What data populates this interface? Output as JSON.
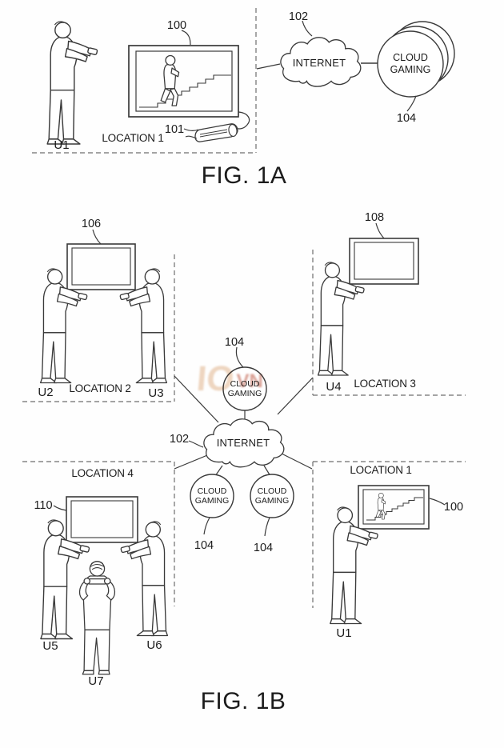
{
  "fig_a": {
    "caption": "FIG. 1A",
    "location_label": "LOCATION 1",
    "user_label": "U1",
    "tv_ref": "100",
    "console_ref": "101",
    "internet_ref": "102",
    "internet_label": "INTERNET",
    "cloud_ref": "104",
    "cloud_word1": "CLOUD",
    "cloud_word2": "GAMING"
  },
  "fig_b": {
    "caption": "FIG. 1B",
    "internet_ref": "102",
    "internet_label": "INTERNET",
    "cloud_word1": "CLOUD",
    "cloud_word2": "GAMING",
    "cloud_top_ref": "104",
    "cloud_left_ref": "104",
    "cloud_right_ref": "104",
    "loc2": {
      "name": "LOCATION 2",
      "tv_ref": "106",
      "user_left": "U2",
      "user_right": "U3"
    },
    "loc3": {
      "name": "LOCATION 3",
      "tv_ref": "108",
      "user": "U4"
    },
    "loc4": {
      "name": "LOCATION 4",
      "tv_ref": "110",
      "user_left": "U5",
      "user_back": "U7",
      "user_right": "U6"
    },
    "loc1": {
      "name": "LOCATION 1",
      "tv_ref": "100",
      "user": "U1"
    }
  },
  "watermark": {
    "left": "IO",
    "right": "VN"
  }
}
